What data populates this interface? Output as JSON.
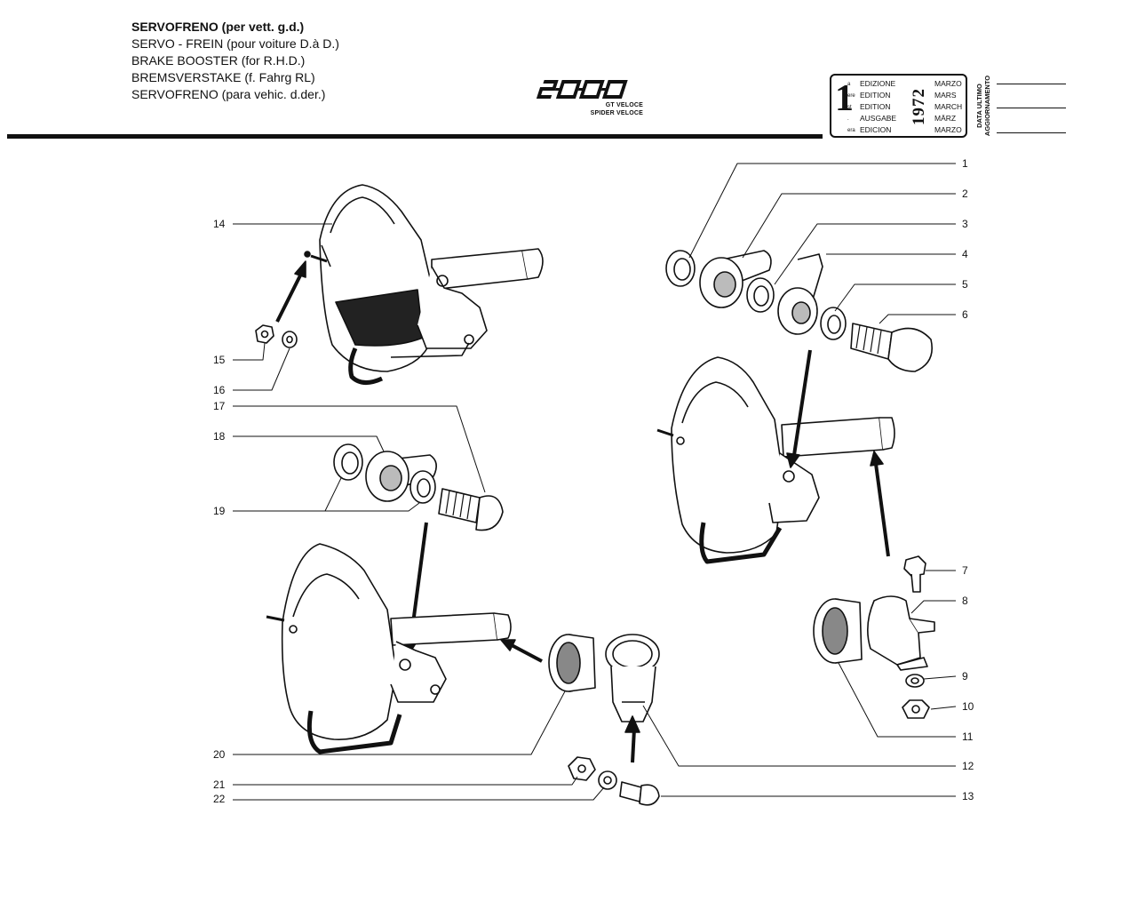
{
  "header": {
    "titles": [
      {
        "main": "SERVOFRENO",
        "sub": " (per vett. g.d.)",
        "bold": true
      },
      {
        "main": "SERVO - FREIN",
        "sub": "  (pour voiture D.à D.)",
        "bold": false
      },
      {
        "main": "BRAKE BOOSTER",
        "sub": " (for R.H.D.)",
        "bold": false
      },
      {
        "main": "BREMSVERSTAKE",
        "sub": " (f. Fahrg RL)",
        "bold": false
      },
      {
        "main": "SERVOFRENO",
        "sub": " (para vehic. d.der.)",
        "bold": false
      }
    ]
  },
  "logo": {
    "text": "2000",
    "line1": "GT VELOCE",
    "line2": "SPIDER VELOCE"
  },
  "edition_box": {
    "number": "1",
    "ordinals": [
      "a",
      "ere",
      "st",
      ".",
      "era"
    ],
    "editions": [
      "EDIZIONE",
      "EDITION",
      "EDITION",
      "AUSGABE",
      "EDICION"
    ],
    "year": "1972",
    "months": [
      "MARZO",
      "MARS",
      "MARCH",
      "MÄRZ",
      "MARZO"
    ]
  },
  "update_label": {
    "line1": "DATA ULTIMO",
    "line2": "AGGIORNAMENTO"
  },
  "callouts": [
    {
      "num": "1",
      "side": "right"
    },
    {
      "num": "2",
      "side": "right"
    },
    {
      "num": "3",
      "side": "right"
    },
    {
      "num": "4",
      "side": "right"
    },
    {
      "num": "5",
      "side": "right"
    },
    {
      "num": "6",
      "side": "right"
    },
    {
      "num": "7",
      "side": "right"
    },
    {
      "num": "8",
      "side": "right"
    },
    {
      "num": "9",
      "side": "right"
    },
    {
      "num": "10",
      "side": "right"
    },
    {
      "num": "11",
      "side": "right"
    },
    {
      "num": "12",
      "side": "right"
    },
    {
      "num": "13",
      "side": "right"
    },
    {
      "num": "14",
      "side": "left"
    },
    {
      "num": "15",
      "side": "left"
    },
    {
      "num": "16",
      "side": "left"
    },
    {
      "num": "17",
      "side": "left"
    },
    {
      "num": "18",
      "side": "left"
    },
    {
      "num": "19",
      "side": "left"
    },
    {
      "num": "20",
      "side": "left"
    },
    {
      "num": "21",
      "side": "left"
    },
    {
      "num": "22",
      "side": "left"
    }
  ]
}
